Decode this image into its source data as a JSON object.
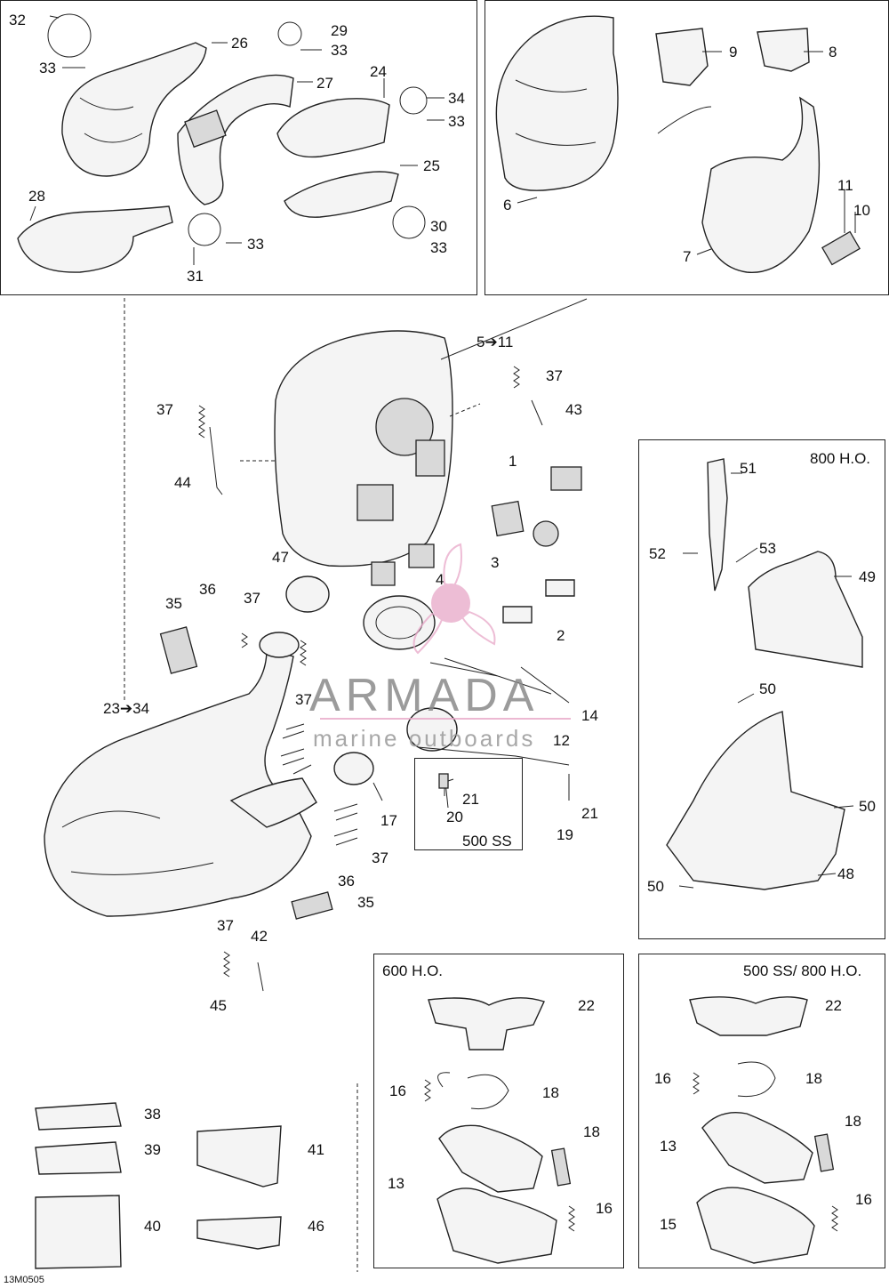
{
  "panels": {
    "p800": "800 H.O.",
    "p500ss": "500 SS",
    "p600": "600 H.O.",
    "p500ss800": "500 SS/ 800 H.O."
  },
  "watermark": {
    "brand": "ARMADA",
    "tagline": "marine outboards",
    "color": "#e8a7c8"
  },
  "drawing_code": "13M0505",
  "callouts": [
    {
      "id": "c32",
      "text": "32"
    },
    {
      "id": "c26",
      "text": "26"
    },
    {
      "id": "c29",
      "text": "29"
    },
    {
      "id": "c33a",
      "text": "33"
    },
    {
      "id": "c33b",
      "text": "33"
    },
    {
      "id": "c27",
      "text": "27"
    },
    {
      "id": "c24",
      "text": "24"
    },
    {
      "id": "c34a",
      "text": "34"
    },
    {
      "id": "c33c",
      "text": "33"
    },
    {
      "id": "c25",
      "text": "25"
    },
    {
      "id": "c28",
      "text": "28"
    },
    {
      "id": "c30",
      "text": "30"
    },
    {
      "id": "c33d",
      "text": "33"
    },
    {
      "id": "c33e",
      "text": "33"
    },
    {
      "id": "c31",
      "text": "31"
    },
    {
      "id": "c9",
      "text": "9"
    },
    {
      "id": "c8",
      "text": "8"
    },
    {
      "id": "c6",
      "text": "6"
    },
    {
      "id": "c11a",
      "text": "11"
    },
    {
      "id": "c10",
      "text": "10"
    },
    {
      "id": "c7",
      "text": "7"
    },
    {
      "id": "c5to11",
      "text": "5➔11"
    },
    {
      "id": "c37a",
      "text": "37"
    },
    {
      "id": "c43",
      "text": "43"
    },
    {
      "id": "c37b",
      "text": "37"
    },
    {
      "id": "c44",
      "text": "44"
    },
    {
      "id": "c1",
      "text": "1"
    },
    {
      "id": "c3",
      "text": "3"
    },
    {
      "id": "c47",
      "text": "47"
    },
    {
      "id": "c4",
      "text": "4"
    },
    {
      "id": "c36a",
      "text": "36"
    },
    {
      "id": "c35a",
      "text": "35"
    },
    {
      "id": "c37c",
      "text": "37"
    },
    {
      "id": "c2",
      "text": "2"
    },
    {
      "id": "c23to34",
      "text": "23➔34"
    },
    {
      "id": "c37d",
      "text": "37"
    },
    {
      "id": "c14",
      "text": "14"
    },
    {
      "id": "c12",
      "text": "12"
    },
    {
      "id": "c21a",
      "text": "21"
    },
    {
      "id": "c20",
      "text": "20"
    },
    {
      "id": "c21b",
      "text": "21"
    },
    {
      "id": "c19",
      "text": "19"
    },
    {
      "id": "c17",
      "text": "17"
    },
    {
      "id": "c37e",
      "text": "37"
    },
    {
      "id": "c36b",
      "text": "36"
    },
    {
      "id": "c35b",
      "text": "35"
    },
    {
      "id": "c37f",
      "text": "37"
    },
    {
      "id": "c42",
      "text": "42"
    },
    {
      "id": "c45",
      "text": "45"
    },
    {
      "id": "c51",
      "text": "51"
    },
    {
      "id": "c52",
      "text": "52"
    },
    {
      "id": "c53",
      "text": "53"
    },
    {
      "id": "c49",
      "text": "49"
    },
    {
      "id": "c50a",
      "text": "50"
    },
    {
      "id": "c50b",
      "text": "50"
    },
    {
      "id": "c48",
      "text": "48"
    },
    {
      "id": "c50c",
      "text": "50"
    },
    {
      "id": "c22a",
      "text": "22"
    },
    {
      "id": "c16a",
      "text": "16"
    },
    {
      "id": "c18a",
      "text": "18"
    },
    {
      "id": "c18b",
      "text": "18"
    },
    {
      "id": "c13a",
      "text": "13"
    },
    {
      "id": "c16b",
      "text": "16"
    },
    {
      "id": "c22b",
      "text": "22"
    },
    {
      "id": "c16c",
      "text": "16"
    },
    {
      "id": "c18c",
      "text": "18"
    },
    {
      "id": "c18d",
      "text": "18"
    },
    {
      "id": "c13b",
      "text": "13"
    },
    {
      "id": "c16d",
      "text": "16"
    },
    {
      "id": "c15",
      "text": "15"
    },
    {
      "id": "c38",
      "text": "38"
    },
    {
      "id": "c39",
      "text": "39"
    },
    {
      "id": "c41",
      "text": "41"
    },
    {
      "id": "c40",
      "text": "40"
    },
    {
      "id": "c46",
      "text": "46"
    }
  ]
}
